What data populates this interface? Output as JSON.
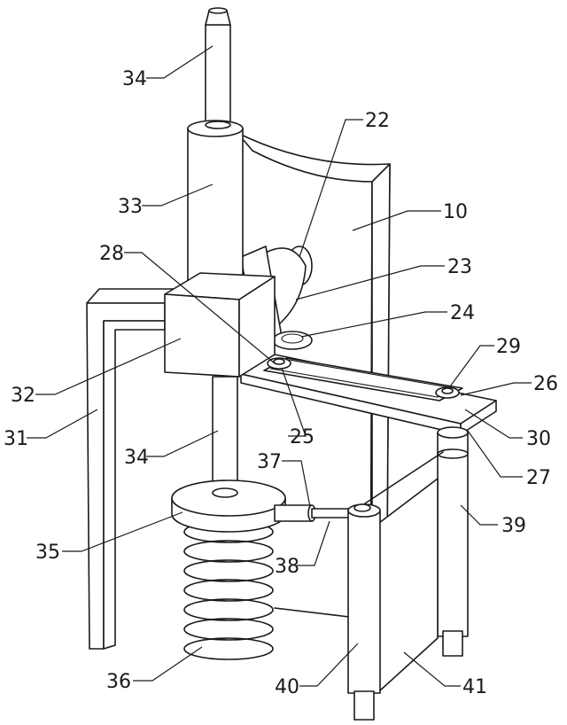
{
  "labels": {
    "l10": "10",
    "l22": "22",
    "l23": "23",
    "l24": "24",
    "l25": "25",
    "l26": "26",
    "l27": "27",
    "l28": "28",
    "l29": "29",
    "l30": "30",
    "l31": "31",
    "l32": "32",
    "l33": "33",
    "l34_top": "34",
    "l34_mid": "34",
    "l35": "35",
    "l36": "36",
    "l37": "37",
    "l38": "38",
    "l39": "39",
    "l40": "40",
    "l41": "41"
  },
  "colors": {
    "stroke": "#1a1a1a",
    "fill": "#ffffff"
  }
}
